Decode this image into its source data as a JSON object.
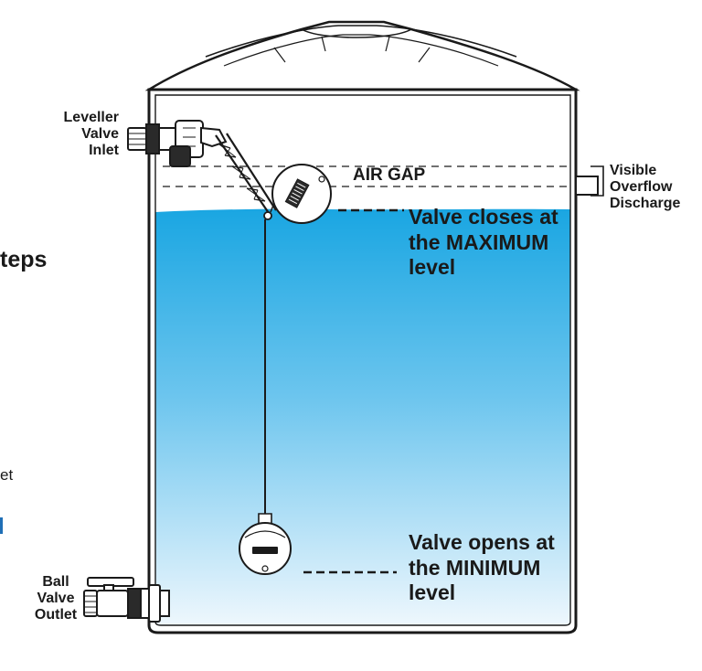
{
  "labels": {
    "leveller_inlet": [
      "Leveller",
      "Valve",
      "Inlet"
    ],
    "air_gap": "AIR GAP",
    "overflow": [
      "Visible",
      "Overflow",
      "Discharge"
    ],
    "valve_closes": [
      "Valve closes at",
      "the MAXIMUM",
      "level"
    ],
    "valve_opens": [
      "Valve opens at",
      "the MINIMUM",
      "level"
    ],
    "ball_valve": [
      "Ball",
      "Valve",
      "Outlet"
    ]
  },
  "cropped_text": {
    "steps": "teps",
    "et": "et"
  },
  "colors": {
    "water_top": "#1aa6e2",
    "water_bottom": "#eef7fd",
    "outline": "#1a1a1a",
    "tank_fill": "#ffffff",
    "accent_bar": "#1f6fb6"
  }
}
